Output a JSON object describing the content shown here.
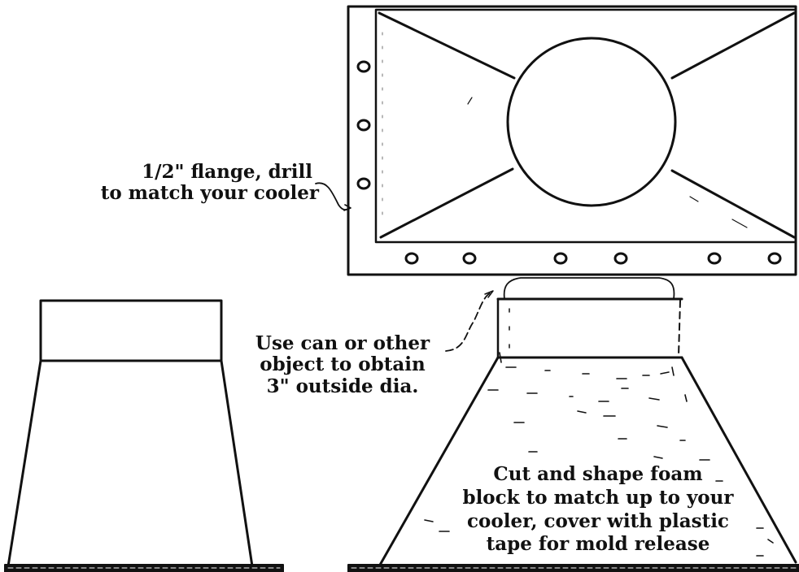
{
  "colors": {
    "ink": "#111111",
    "paper": "#ffffff"
  },
  "labels": {
    "flange_line1": "1/2\" flange, drill",
    "flange_line2": "to match your cooler",
    "can_line1": "Use can or other",
    "can_line2": "object to obtain",
    "can_line3": "3\" outside dia.",
    "foam_line1": "Cut and shape foam",
    "foam_line2": "block to match up to your",
    "foam_line3": "cooler, cover with plastic",
    "foam_line4": "tape for mold release"
  }
}
